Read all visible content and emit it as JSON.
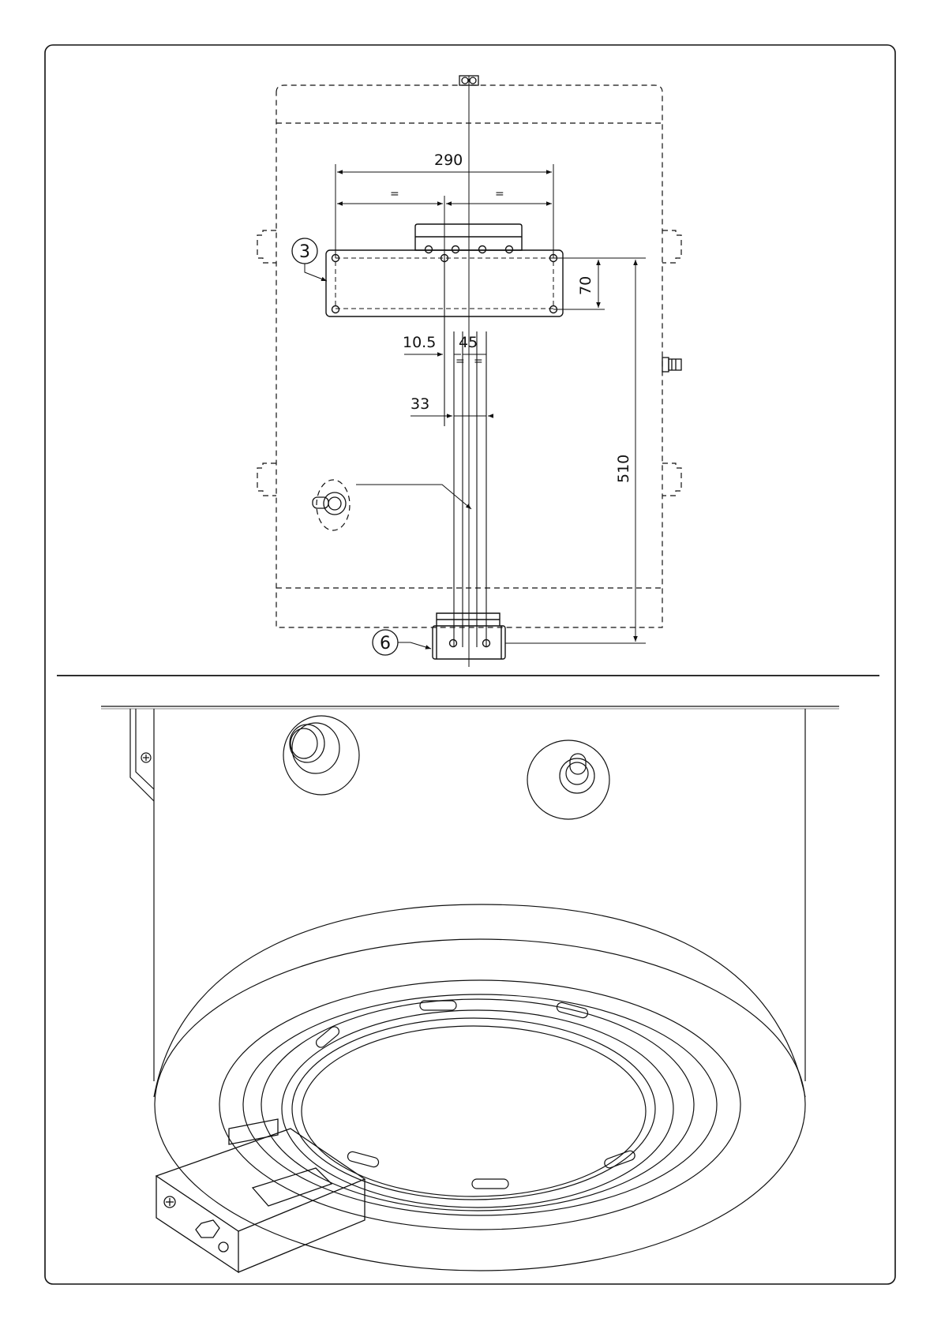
{
  "drawing": {
    "top_view": {
      "dimensions": {
        "overall_width": "290",
        "half_left": "=",
        "half_right": "=",
        "bracket_height": "70",
        "offset_small": "10.5",
        "offset_gap": "45",
        "gap_eq_left": "=",
        "gap_eq_right": "=",
        "pipe_width": "33",
        "total_height": "510"
      },
      "callouts": {
        "bracket": "3",
        "lower_bracket": "6"
      }
    },
    "bottom_view": {}
  }
}
